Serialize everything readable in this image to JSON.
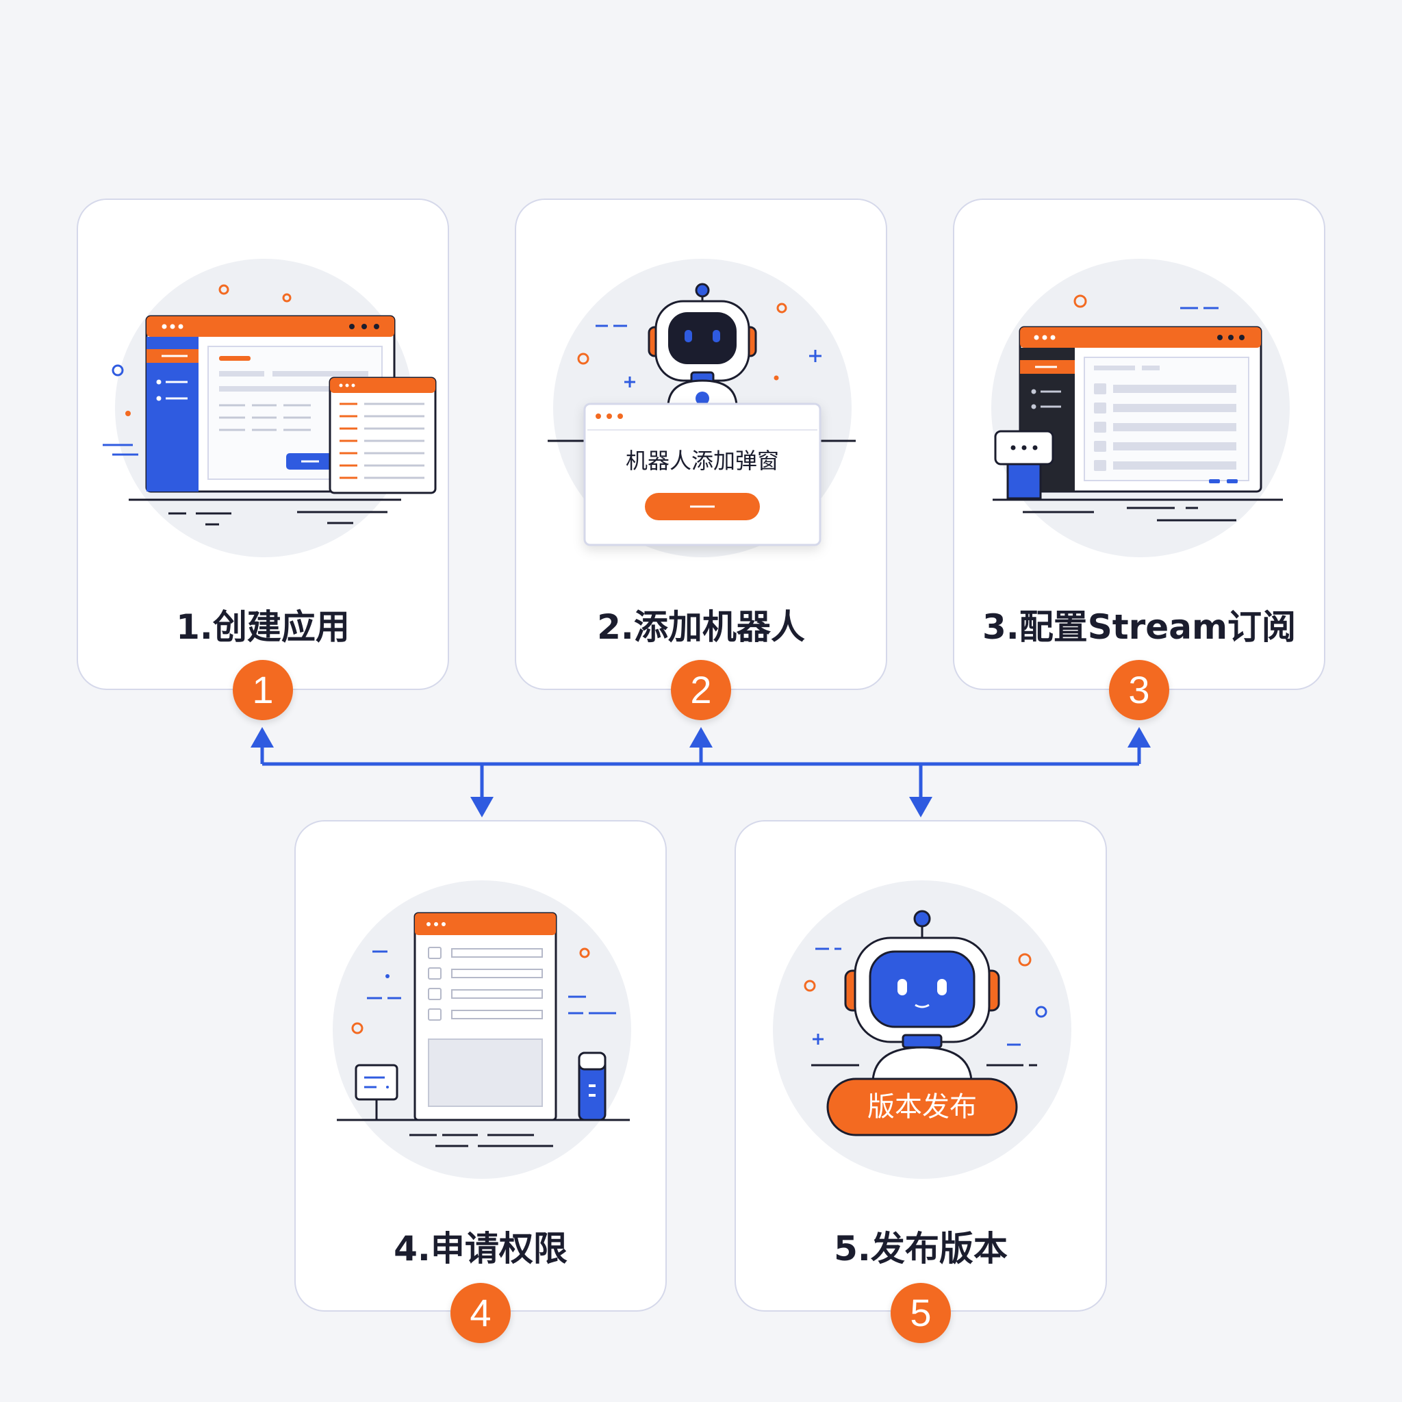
{
  "colors": {
    "accent": "#f36a21",
    "blue": "#2f5be0",
    "line_blue": "#2f5be0",
    "ink": "#1b1d2e",
    "card_border": "#d5d8ea"
  },
  "steps": [
    {
      "label": "1.创建应用",
      "badge": "1",
      "icon": "app-windows-illustration"
    },
    {
      "label": "2.添加机器人",
      "badge": "2",
      "icon": "robot-dialog-illustration",
      "dialog_text": "机器人添加弹窗"
    },
    {
      "label": "3.配置Stream订阅",
      "badge": "3",
      "icon": "stream-config-illustration"
    },
    {
      "label": "4.申请权限",
      "badge": "4",
      "icon": "permission-form-illustration"
    },
    {
      "label": "5.发布版本",
      "badge": "5",
      "icon": "robot-release-illustration",
      "button_text": "版本发布"
    }
  ]
}
